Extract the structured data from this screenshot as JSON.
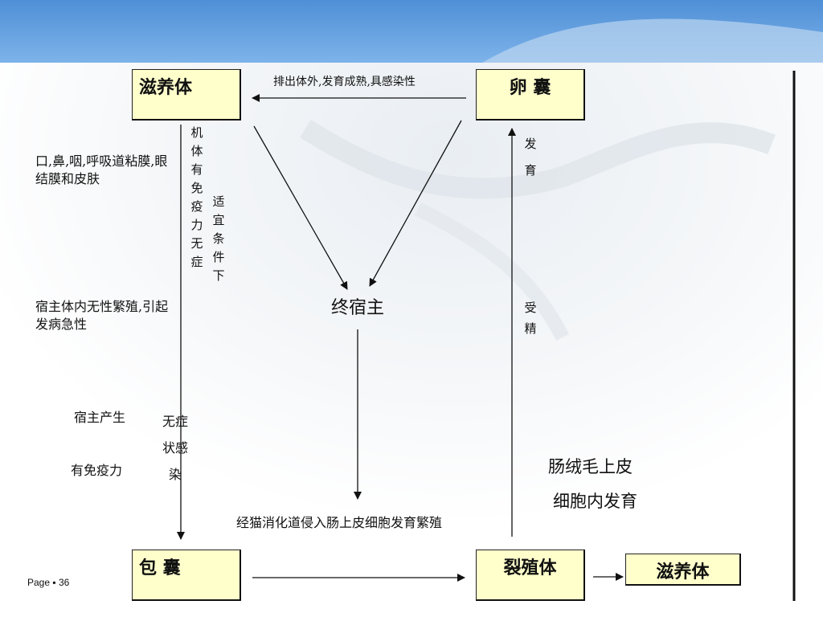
{
  "nodes": {
    "trophozoite_top": "滋养体",
    "oocyst": "卵  囊",
    "final_host": "终宿主",
    "cyst": "包  囊",
    "schizont": "裂殖体",
    "trophozoite_bottom": "滋养体"
  },
  "labels": {
    "top_edge": "排出体外,发育成熟,具感染性",
    "entry_site": "口,鼻,咽,呼吸道粘膜,眼结膜和皮肤",
    "immune_col": "机体有免疫力无症",
    "suitable_col": "适宜条件下",
    "asexual": "宿主体内无性繁殖,引起发病急性",
    "host_immunity_1": "宿主产生",
    "host_immunity_2": "有免疫力",
    "asymptomatic": "无症状感染",
    "development": "发育",
    "fertilization": "受精",
    "intestinal_1": "肠绒毛上皮",
    "intestinal_2": "细胞内发育",
    "cat_path": "经猫消化道侵入肠上皮细胞发育繁殖",
    "page": "Page ▪ 36"
  }
}
